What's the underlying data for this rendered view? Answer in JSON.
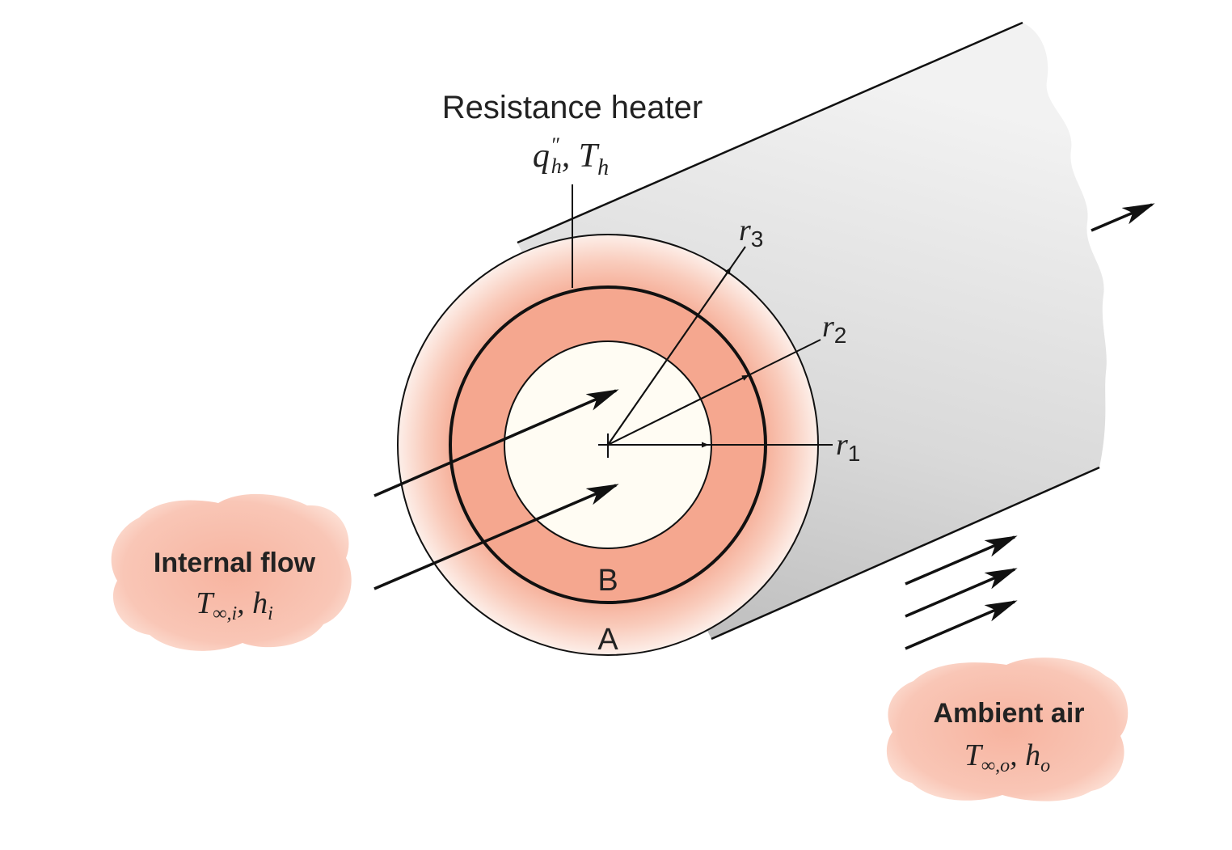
{
  "heater": {
    "title": "Resistance heater",
    "q": "q",
    "q_sup": "″",
    "q_sub": "h",
    "sep": ", ",
    "t": "T",
    "t_sub": "h"
  },
  "radii": {
    "r3": {
      "main": "r",
      "sub": "3"
    },
    "r2": {
      "main": "r",
      "sub": "2"
    },
    "r1": {
      "main": "r",
      "sub": "1"
    }
  },
  "layers": {
    "inner": "B",
    "outer": "A"
  },
  "internal_flow": {
    "title": "Internal flow",
    "t": "T",
    "t_sub": "∞,i",
    "sep": ", ",
    "h": "h",
    "h_sub": "i"
  },
  "ambient_air": {
    "title": "Ambient air",
    "t": "T",
    "t_sub": "∞,o",
    "sep": ", ",
    "h": "h",
    "h_sub": "o"
  },
  "colors": {
    "layer_pink": "#f5a78f",
    "cloud_pink": "#f9c6b6",
    "tube_gray": "#cfcfcf",
    "core": "#fffcf3",
    "ink": "#111111"
  }
}
